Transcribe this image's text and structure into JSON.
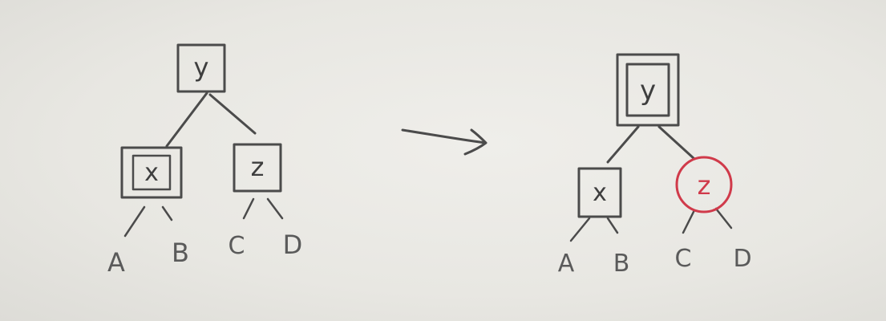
{
  "diagram": {
    "before": {
      "root": {
        "label": "y",
        "marking": "single-box"
      },
      "left": {
        "label": "x",
        "marking": "double-box"
      },
      "right": {
        "label": "z",
        "marking": "single-box"
      },
      "leaves": [
        "A",
        "B",
        "C",
        "D"
      ]
    },
    "arrow": {
      "icon": "right-arrow-icon"
    },
    "after": {
      "root": {
        "label": "y",
        "marking": "double-box"
      },
      "left": {
        "label": "x",
        "marking": "single-box"
      },
      "right": {
        "label": "z",
        "marking": "circle",
        "color": "#d03a4a"
      },
      "leaves": [
        "A",
        "B",
        "C",
        "D"
      ]
    }
  }
}
